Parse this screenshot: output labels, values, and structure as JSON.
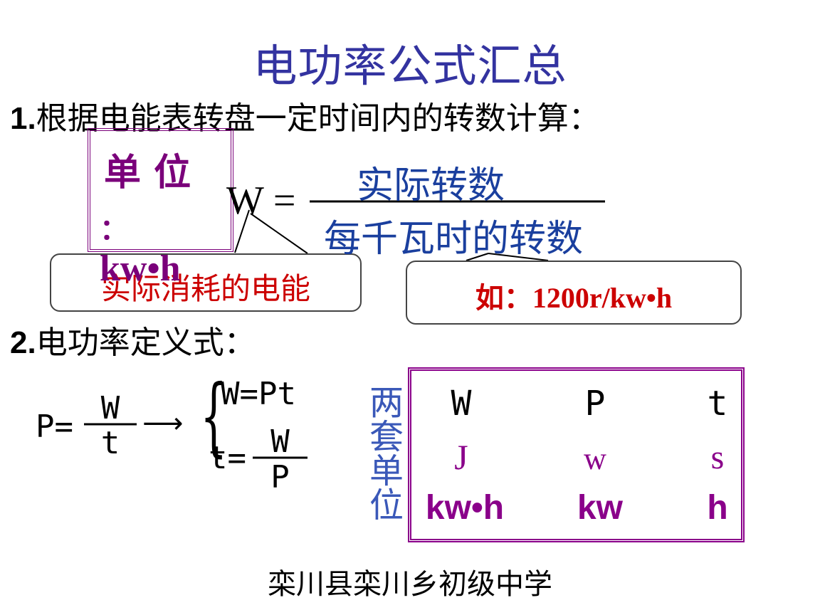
{
  "title": "电功率公式汇总",
  "section1": {
    "number": "1.",
    "text": "根据电能表转盘一定时间内的转数计算："
  },
  "unit_box": {
    "line1": "单 位",
    "line2": "：",
    "line3": "kw•h"
  },
  "formula1": {
    "lhs": "W =",
    "numerator": "实际转数",
    "denominator": "每千瓦时的转数"
  },
  "callout_left": "实际消耗的电能",
  "callout_right": "如：1200r/kw•h",
  "section2": {
    "number": "2.",
    "text": "电功率定义式："
  },
  "formula2": {
    "lhs": "P=",
    "num": "W",
    "den": "t",
    "arrow": "⟶",
    "brace": "{",
    "eq1": "W=Pt",
    "eq2_lhs": "t=",
    "eq2_num": "W",
    "eq2_den": "P"
  },
  "units_label": "两套单位",
  "units_table": {
    "headers": [
      "W",
      "P",
      "t"
    ],
    "si": [
      "J",
      "w",
      "s"
    ],
    "alt": [
      "kw•h",
      "kw",
      "h"
    ]
  },
  "footer": "栾川县栾川乡初级中学",
  "colors": {
    "title": "#3333a0",
    "purple": "#7a007a",
    "red": "#cc0000",
    "blue": "#1a3f9e"
  }
}
